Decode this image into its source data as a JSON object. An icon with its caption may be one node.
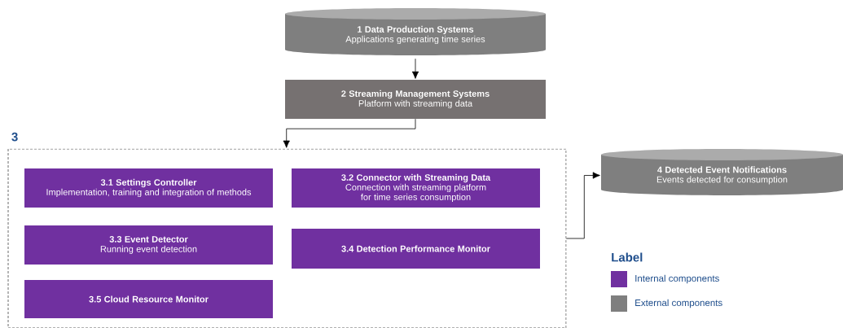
{
  "diagram": {
    "nodes": [
      {
        "text": [
          "1 Data Production Systems",
          "Applications generating time series"
        ]
      },
      {
        "text": [
          "2 Streaming Management Systems",
          "Platform with streaming data"
        ]
      },
      {
        "text": [
          "3"
        ]
      },
      {
        "text": [
          "3.1 Settings Controller",
          "Implementation, training and integration of methods"
        ],
        "in": 2
      },
      {
        "text": [
          "3.2 Connector with Streaming Data",
          "Connection with streaming platform for time series consumption"
        ],
        "in": 2
      },
      {
        "text": [
          "3.3 Event Detector",
          "Running event detection"
        ],
        "in": 2
      },
      {
        "text": [
          "3.4 Detection Performance Monitor"
        ],
        "in": 2
      },
      {
        "text": [
          "3.5 Cloud Resource Monitor"
        ],
        "in": 2
      },
      {
        "text": [
          "4 Detected Event Notifications",
          "Events detected for consumption"
        ]
      }
    ],
    "edges": [
      {
        "from": 0,
        "to": 1,
        "arrow": "to"
      },
      {
        "from": 1,
        "to": 2,
        "arrow": "to"
      },
      {
        "from": 2,
        "to": 8,
        "arrow": "to"
      }
    ],
    "labels": [
      "Label"
    ],
    "legend": [
      {
        "text": "Internal components",
        "color": "#7030a0"
      },
      {
        "text": "External components",
        "color": "#7f7f7f"
      }
    ]
  }
}
